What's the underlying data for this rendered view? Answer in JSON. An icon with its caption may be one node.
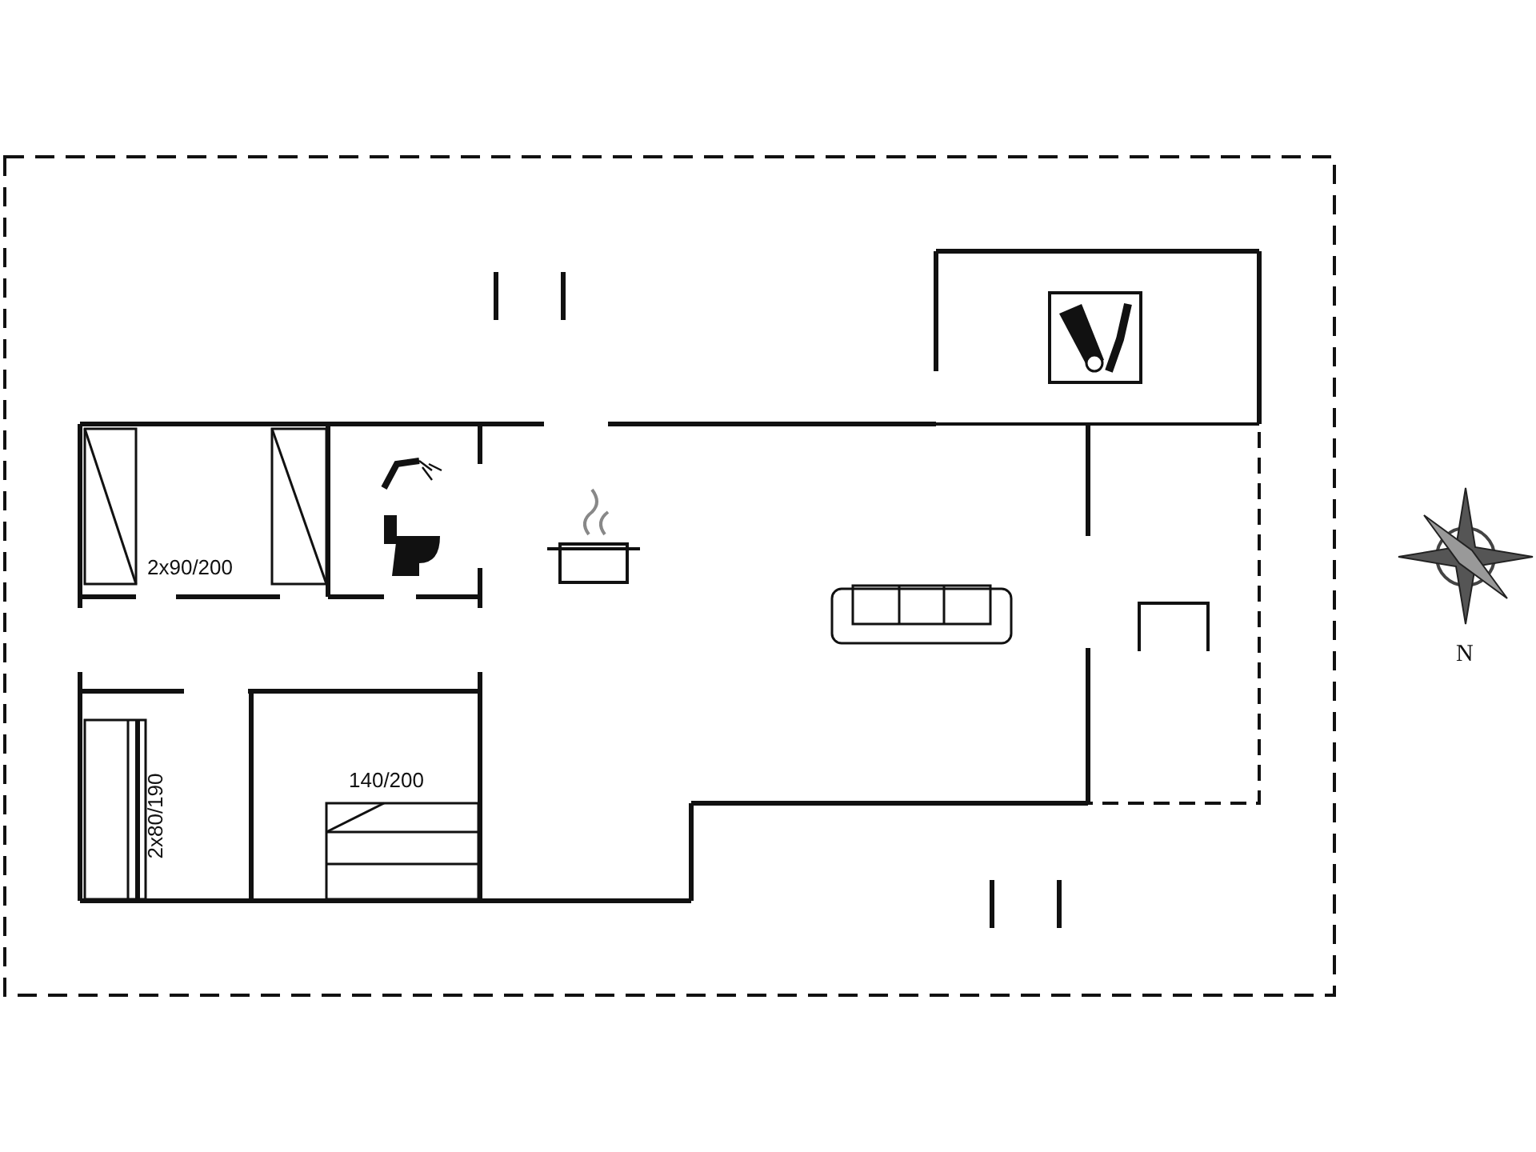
{
  "diagram": {
    "labels": [
      "2x90/200",
      "2x80/190",
      "140/200",
      "N"
    ]
  }
}
